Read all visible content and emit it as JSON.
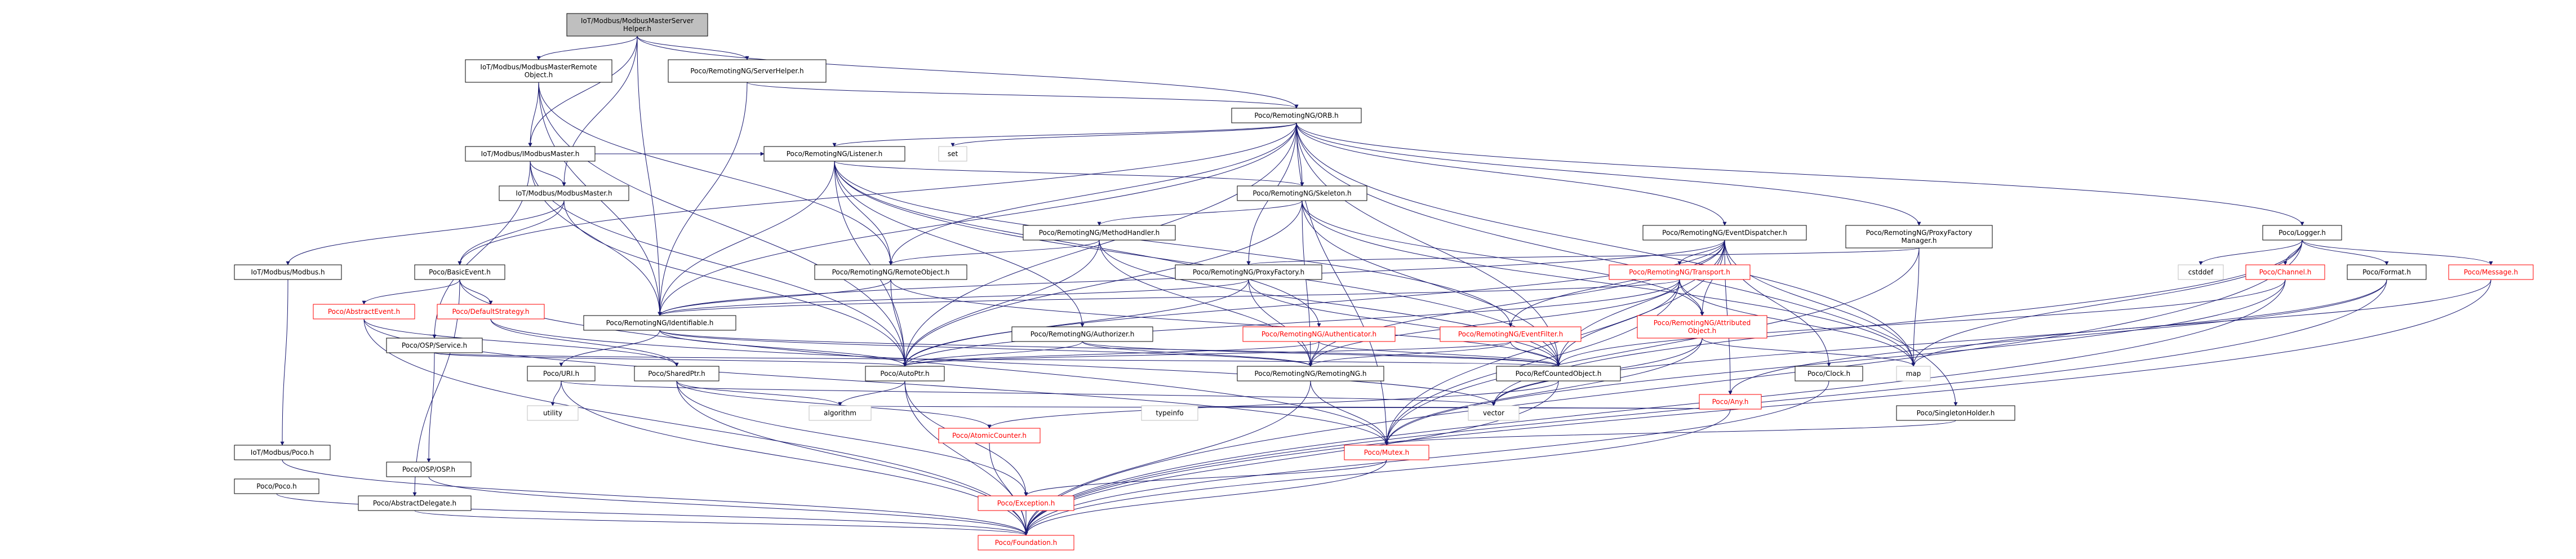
{
  "colors": {
    "edge": "#191970",
    "root_fill": "#bfbfbf",
    "root_border": "#000000",
    "documented_border": "#000000",
    "undocumented_border": "#ff0000",
    "external_border": "#bfbfbf",
    "text": "#000000",
    "highlight_text": "#ff0000"
  },
  "nodes": [
    {
      "id": "root",
      "label": "IoT/Modbus/ModbusMasterServer\nHelper.h",
      "kind": "root"
    },
    {
      "id": "masterRemote",
      "label": "IoT/Modbus/ModbusMasterRemote\nObject.h",
      "kind": "doc"
    },
    {
      "id": "serverHelper",
      "label": "Poco/RemotingNG/ServerHelper.h",
      "kind": "doc"
    },
    {
      "id": "orb",
      "label": "Poco/RemotingNG/ORB.h",
      "kind": "doc"
    },
    {
      "id": "iModbusMaster",
      "label": "IoT/Modbus/IModbusMaster.h",
      "kind": "doc"
    },
    {
      "id": "set",
      "label": "set",
      "kind": "ext"
    },
    {
      "id": "listener",
      "label": "Poco/RemotingNG/Listener.h",
      "kind": "doc"
    },
    {
      "id": "skeleton",
      "label": "Poco/RemotingNG/Skeleton.h",
      "kind": "doc"
    },
    {
      "id": "modbusMaster",
      "label": "IoT/Modbus/ModbusMaster.h",
      "kind": "doc"
    },
    {
      "id": "methodHandler",
      "label": "Poco/RemotingNG/MethodHandler.h",
      "kind": "doc"
    },
    {
      "id": "eventDispatcher",
      "label": "Poco/RemotingNG/EventDispatcher.h",
      "kind": "doc"
    },
    {
      "id": "proxyFactoryMgr",
      "label": "Poco/RemotingNG/ProxyFactory\nManager.h",
      "kind": "doc"
    },
    {
      "id": "logger",
      "label": "Poco/Logger.h",
      "kind": "doc"
    },
    {
      "id": "ioTModbus",
      "label": "IoT/Modbus/Modbus.h",
      "kind": "doc"
    },
    {
      "id": "basicEvent",
      "label": "Poco/BasicEvent.h",
      "kind": "doc"
    },
    {
      "id": "remoteObject",
      "label": "Poco/RemotingNG/RemoteObject.h",
      "kind": "doc"
    },
    {
      "id": "proxyFactory",
      "label": "Poco/RemotingNG/ProxyFactory.h",
      "kind": "doc"
    },
    {
      "id": "transport",
      "label": "Poco/RemotingNG/Transport.h",
      "kind": "undoc"
    },
    {
      "id": "cstddef",
      "label": "cstddef",
      "kind": "ext"
    },
    {
      "id": "channel",
      "label": "Poco/Channel.h",
      "kind": "undoc"
    },
    {
      "id": "format",
      "label": "Poco/Format.h",
      "kind": "doc"
    },
    {
      "id": "message",
      "label": "Poco/Message.h",
      "kind": "undoc"
    },
    {
      "id": "abstractEvent",
      "label": "Poco/AbstractEvent.h",
      "kind": "undoc"
    },
    {
      "id": "defaultStrategy",
      "label": "Poco/DefaultStrategy.h",
      "kind": "undoc"
    },
    {
      "id": "osgiService",
      "label": "Poco/OSP/Service.h",
      "kind": "doc"
    },
    {
      "id": "identifiable",
      "label": "Poco/RemotingNG/Identifiable.h",
      "kind": "doc"
    },
    {
      "id": "authorizer",
      "label": "Poco/RemotingNG/Authorizer.h",
      "kind": "doc"
    },
    {
      "id": "authenticator",
      "label": "Poco/RemotingNG/Authenticator.h",
      "kind": "undoc"
    },
    {
      "id": "eventFilter",
      "label": "Poco/RemotingNG/EventFilter.h",
      "kind": "undoc"
    },
    {
      "id": "attributedObject",
      "label": "Poco/RemotingNG/Attributed\nObject.h",
      "kind": "undoc"
    },
    {
      "id": "map",
      "label": "map",
      "kind": "ext"
    },
    {
      "id": "ioTModbusPoco",
      "label": "IoT/Modbus/Poco.h",
      "kind": "doc"
    },
    {
      "id": "uri",
      "label": "Poco/URI.h",
      "kind": "doc"
    },
    {
      "id": "sharedPtr",
      "label": "Poco/SharedPtr.h",
      "kind": "doc"
    },
    {
      "id": "autoPtr",
      "label": "Poco/AutoPtr.h",
      "kind": "doc"
    },
    {
      "id": "remotingNG",
      "label": "Poco/RemotingNG/RemotingNG.h",
      "kind": "doc"
    },
    {
      "id": "refCounted",
      "label": "Poco/RefCountedObject.h",
      "kind": "doc"
    },
    {
      "id": "clock",
      "label": "Poco/Clock.h",
      "kind": "doc"
    },
    {
      "id": "any",
      "label": "Poco/Any.h",
      "kind": "undoc"
    },
    {
      "id": "utility",
      "label": "utility",
      "kind": "ext"
    },
    {
      "id": "algorithm",
      "label": "algorithm",
      "kind": "ext"
    },
    {
      "id": "typeinfo",
      "label": "typeinfo",
      "kind": "ext"
    },
    {
      "id": "vector",
      "label": "vector",
      "kind": "ext"
    },
    {
      "id": "singletonHolder",
      "label": "Poco/SingletonHolder.h",
      "kind": "doc"
    },
    {
      "id": "pocoPoco",
      "label": "Poco/Poco.h",
      "kind": "doc"
    },
    {
      "id": "osgiOSP",
      "label": "Poco/OSP/OSP.h",
      "kind": "doc"
    },
    {
      "id": "atomicCounter",
      "label": "Poco/AtomicCounter.h",
      "kind": "undoc"
    },
    {
      "id": "mutex",
      "label": "Poco/Mutex.h",
      "kind": "undoc"
    },
    {
      "id": "abstractDelegate",
      "label": "Poco/AbstractDelegate.h",
      "kind": "doc"
    },
    {
      "id": "exception",
      "label": "Poco/Exception.h",
      "kind": "undoc"
    },
    {
      "id": "foundation",
      "label": "Poco/Foundation.h",
      "kind": "undoc"
    }
  ],
  "edges": [
    [
      "root",
      "masterRemote"
    ],
    [
      "root",
      "serverHelper"
    ],
    [
      "root",
      "orb"
    ],
    [
      "root",
      "iModbusMaster"
    ],
    [
      "root",
      "modbusMaster"
    ],
    [
      "root",
      "identifiable"
    ],
    [
      "masterRemote",
      "iModbusMaster"
    ],
    [
      "masterRemote",
      "remoteObject"
    ],
    [
      "masterRemote",
      "identifiable"
    ],
    [
      "masterRemote",
      "autoPtr"
    ],
    [
      "serverHelper",
      "orb"
    ],
    [
      "serverHelper",
      "identifiable"
    ],
    [
      "iModbusMaster",
      "listener"
    ],
    [
      "iModbusMaster",
      "modbusMaster"
    ],
    [
      "iModbusMaster",
      "osgiService"
    ],
    [
      "iModbusMaster",
      "identifiable"
    ],
    [
      "iModbusMaster",
      "autoPtr"
    ],
    [
      "orb",
      "set"
    ],
    [
      "orb",
      "listener"
    ],
    [
      "orb",
      "skeleton"
    ],
    [
      "orb",
      "eventDispatcher"
    ],
    [
      "orb",
      "proxyFactoryMgr"
    ],
    [
      "orb",
      "logger"
    ],
    [
      "orb",
      "basicEvent"
    ],
    [
      "orb",
      "remoteObject"
    ],
    [
      "orb",
      "proxyFactory"
    ],
    [
      "orb",
      "identifiable"
    ],
    [
      "orb",
      "map"
    ],
    [
      "orb",
      "refCounted"
    ],
    [
      "orb",
      "autoPtr"
    ],
    [
      "orb",
      "mutex"
    ],
    [
      "orb",
      "singletonHolder"
    ],
    [
      "listener",
      "skeleton"
    ],
    [
      "listener",
      "remoteObject"
    ],
    [
      "listener",
      "identifiable"
    ],
    [
      "listener",
      "authorizer"
    ],
    [
      "listener",
      "authenticator"
    ],
    [
      "listener",
      "eventFilter"
    ],
    [
      "listener",
      "autoPtr"
    ],
    [
      "listener",
      "refCounted"
    ],
    [
      "skeleton",
      "methodHandler"
    ],
    [
      "skeleton",
      "attributedObject"
    ],
    [
      "skeleton",
      "remotingNG"
    ],
    [
      "skeleton",
      "refCounted"
    ],
    [
      "skeleton",
      "autoPtr"
    ],
    [
      "skeleton",
      "map"
    ],
    [
      "modbusMaster",
      "ioTModbus"
    ],
    [
      "modbusMaster",
      "basicEvent"
    ],
    [
      "modbusMaster",
      "autoPtr"
    ],
    [
      "methodHandler",
      "remoteObject"
    ],
    [
      "methodHandler",
      "remotingNG"
    ],
    [
      "methodHandler",
      "refCounted"
    ],
    [
      "methodHandler",
      "autoPtr"
    ],
    [
      "eventDispatcher",
      "transport"
    ],
    [
      "eventDispatcher",
      "eventFilter"
    ],
    [
      "eventDispatcher",
      "attributedObject"
    ],
    [
      "eventDispatcher",
      "remotingNG"
    ],
    [
      "eventDispatcher",
      "refCounted"
    ],
    [
      "eventDispatcher",
      "autoPtr"
    ],
    [
      "eventDispatcher",
      "identifiable"
    ],
    [
      "eventDispatcher",
      "map"
    ],
    [
      "eventDispatcher",
      "clock"
    ],
    [
      "eventDispatcher",
      "any"
    ],
    [
      "eventDispatcher",
      "mutex"
    ],
    [
      "proxyFactoryMgr",
      "proxyFactory"
    ],
    [
      "proxyFactoryMgr",
      "map"
    ],
    [
      "proxyFactoryMgr",
      "mutex"
    ],
    [
      "logger",
      "cstddef"
    ],
    [
      "logger",
      "channel"
    ],
    [
      "logger",
      "format"
    ],
    [
      "logger",
      "message"
    ],
    [
      "logger",
      "map"
    ],
    [
      "logger",
      "vector"
    ],
    [
      "logger",
      "foundation"
    ],
    [
      "ioTModbus",
      "ioTModbusPoco"
    ],
    [
      "basicEvent",
      "abstractEvent"
    ],
    [
      "basicEvent",
      "defaultStrategy"
    ],
    [
      "basicEvent",
      "abstractDelegate"
    ],
    [
      "basicEvent",
      "mutex"
    ],
    [
      "remoteObject",
      "identifiable"
    ],
    [
      "remoteObject",
      "refCounted"
    ],
    [
      "remoteObject",
      "autoPtr"
    ],
    [
      "proxyFactory",
      "identifiable"
    ],
    [
      "proxyFactory",
      "remotingNG"
    ],
    [
      "proxyFactory",
      "refCounted"
    ],
    [
      "proxyFactory",
      "autoPtr"
    ],
    [
      "transport",
      "attributedObject"
    ],
    [
      "transport",
      "identifiable"
    ],
    [
      "transport",
      "remotingNG"
    ],
    [
      "transport",
      "refCounted"
    ],
    [
      "transport",
      "autoPtr"
    ],
    [
      "transport",
      "map"
    ],
    [
      "transport",
      "mutex"
    ],
    [
      "channel",
      "refCounted"
    ],
    [
      "channel",
      "foundation"
    ],
    [
      "channel",
      "mutex"
    ],
    [
      "format",
      "any"
    ],
    [
      "format",
      "vector"
    ],
    [
      "format",
      "foundation"
    ],
    [
      "message",
      "map"
    ],
    [
      "message",
      "foundation"
    ],
    [
      "abstractEvent",
      "sharedPtr"
    ],
    [
      "abstractEvent",
      "mutex"
    ],
    [
      "abstractEvent",
      "foundation"
    ],
    [
      "defaultStrategy",
      "sharedPtr"
    ],
    [
      "defaultStrategy",
      "vector"
    ],
    [
      "osgiService",
      "osgiOSP"
    ],
    [
      "osgiService",
      "refCounted"
    ],
    [
      "osgiService",
      "autoPtr"
    ],
    [
      "identifiable",
      "uri"
    ],
    [
      "identifiable",
      "remotingNG"
    ],
    [
      "identifiable",
      "refCounted"
    ],
    [
      "identifiable",
      "autoPtr"
    ],
    [
      "authorizer",
      "remotingNG"
    ],
    [
      "authorizer",
      "refCounted"
    ],
    [
      "authorizer",
      "autoPtr"
    ],
    [
      "authenticator",
      "remotingNG"
    ],
    [
      "authenticator",
      "refCounted"
    ],
    [
      "authenticator",
      "autoPtr"
    ],
    [
      "eventFilter",
      "remotingNG"
    ],
    [
      "eventFilter",
      "refCounted"
    ],
    [
      "eventFilter",
      "autoPtr"
    ],
    [
      "attributedObject",
      "map"
    ],
    [
      "attributedObject",
      "vector"
    ],
    [
      "attributedObject",
      "mutex"
    ],
    [
      "ioTModbusPoco",
      "foundation"
    ],
    [
      "uri",
      "utility"
    ],
    [
      "uri",
      "vector"
    ],
    [
      "uri",
      "foundation"
    ],
    [
      "sharedPtr",
      "algorithm"
    ],
    [
      "sharedPtr",
      "atomicCounter"
    ],
    [
      "sharedPtr",
      "exception"
    ],
    [
      "sharedPtr",
      "foundation"
    ],
    [
      "autoPtr",
      "algorithm"
    ],
    [
      "autoPtr",
      "exception"
    ],
    [
      "autoPtr",
      "foundation"
    ],
    [
      "remotingNG",
      "mutex"
    ],
    [
      "remotingNG",
      "foundation"
    ],
    [
      "refCounted",
      "atomicCounter"
    ],
    [
      "refCounted",
      "foundation"
    ],
    [
      "clock",
      "foundation"
    ],
    [
      "any",
      "algorithm"
    ],
    [
      "any",
      "typeinfo"
    ],
    [
      "any",
      "foundation"
    ],
    [
      "singletonHolder",
      "mutex"
    ],
    [
      "pocoPoco",
      "foundation"
    ],
    [
      "osgiOSP",
      "foundation"
    ],
    [
      "atomicCounter",
      "foundation"
    ],
    [
      "mutex",
      "exception"
    ],
    [
      "mutex",
      "foundation"
    ],
    [
      "abstractDelegate",
      "foundation"
    ],
    [
      "exception",
      "foundation"
    ]
  ],
  "legend_note": ""
}
